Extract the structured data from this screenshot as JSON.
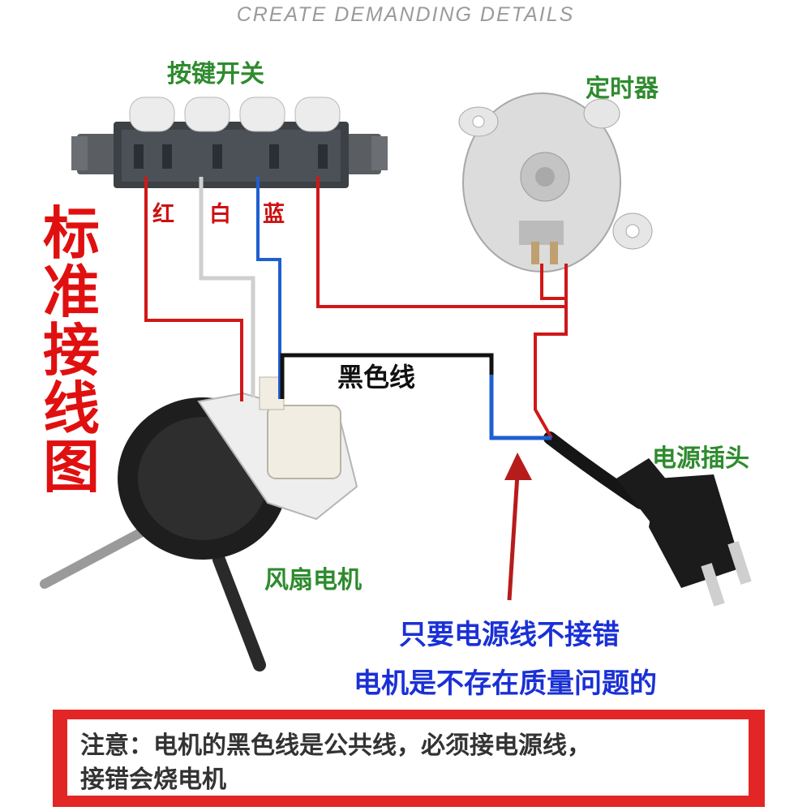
{
  "header": {
    "tagline": "CREATE DEMANDING DETAILS"
  },
  "labels": {
    "switch": "按键开关",
    "timer": "定时器",
    "plug": "电源插头",
    "motor": "风扇电机",
    "black_wire": "黑色线"
  },
  "wire_colors": {
    "red": "红",
    "white": "白",
    "blue": "蓝"
  },
  "title_vertical": "标准接线图",
  "callout": {
    "line1": "只要电源线不接错",
    "line2": "电机是不存在质量问题的"
  },
  "note": {
    "line1": "注意：电机的黑色线是公共线，必须接电源线，",
    "line2": "接错会烧电机"
  },
  "colors": {
    "red_wire": "#d01818",
    "white_wire": "#cfcfcf",
    "blue_wire": "#1f5fd0",
    "black_wire": "#111111",
    "label_green": "#2e8b2e",
    "callout_blue": "#1a30d6",
    "title_red": "#e01010",
    "note_border": "#e22626"
  }
}
